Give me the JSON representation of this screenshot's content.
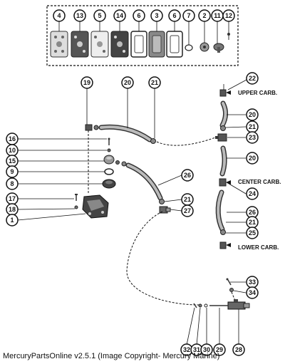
{
  "footer": {
    "caption": "MercuryPartsOnline v2.5.1 (Image Copyright- Mercury Marine)"
  },
  "carb_labels": {
    "upper": "UPPER CARB.",
    "center": "CENTER CARB.",
    "lower": "LOWER CARB."
  },
  "callouts": {
    "c1": "1",
    "c2": "2",
    "c3": "3",
    "c4": "4",
    "c5": "5",
    "c6": "6",
    "c7": "7",
    "c8": "8",
    "c9": "9",
    "c10": "10",
    "c11": "11",
    "c12": "12",
    "c13": "13",
    "c14": "14",
    "c15": "15",
    "c16": "16",
    "c17": "17",
    "c18": "18",
    "c19": "19",
    "c20": "20",
    "c21": "21",
    "c22": "22",
    "c23": "23",
    "c24": "24",
    "c25": "25",
    "c26": "26",
    "c27": "27",
    "c28": "28",
    "c29": "29",
    "c30": "30",
    "c31": "31",
    "c32": "32",
    "c33": "33",
    "c34": "34"
  }
}
